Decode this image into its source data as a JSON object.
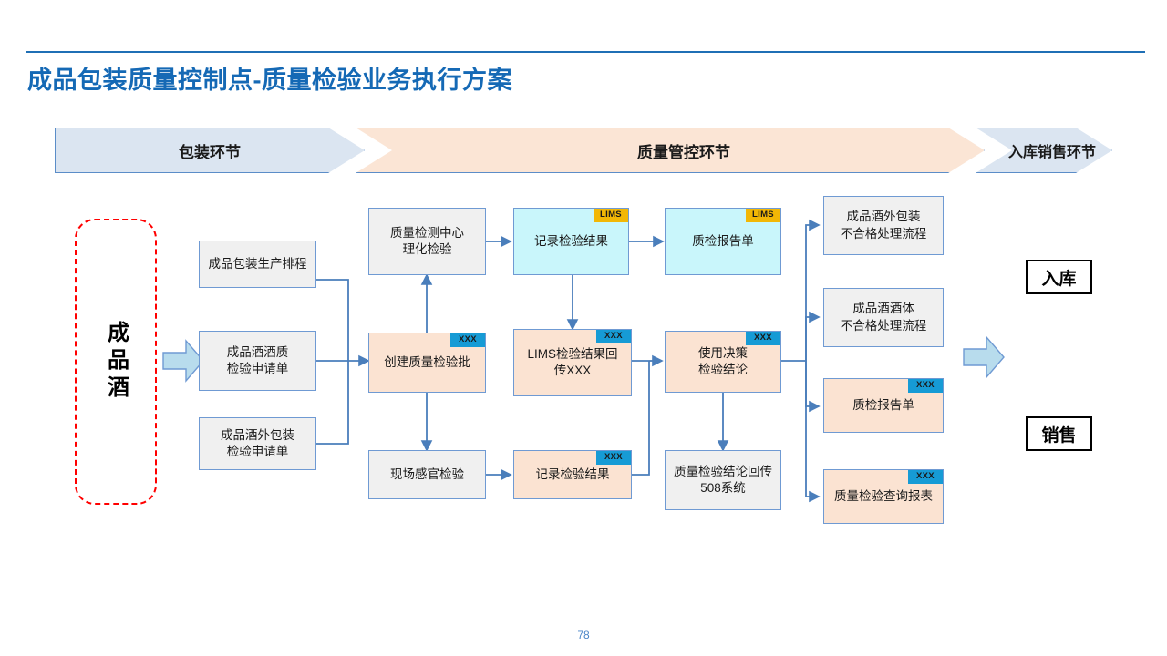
{
  "slide": {
    "title": "成品包装质量控制点-质量检验业务执行方案",
    "page_number": "78",
    "accent_color": "#1569b5"
  },
  "banner": {
    "segments": [
      {
        "label": "包装环节",
        "fill": "#dbe5f1"
      },
      {
        "label": "质量管控环节",
        "fill": "#fbe5d5"
      },
      {
        "label": "入库销售环节",
        "fill": "#dbe5f1"
      }
    ]
  },
  "source": {
    "label": "成品酒",
    "border_color": "#ff0000"
  },
  "nodes": {
    "schedule": {
      "label": "成品包装生产排程",
      "badge": ""
    },
    "wine_request": {
      "label": "成品酒酒质\n检验申请单",
      "badge": ""
    },
    "pack_request": {
      "label": "成品酒外包装\n检验申请单",
      "badge": ""
    },
    "create_batch": {
      "label": "创建质量检验批",
      "badge": "XXX"
    },
    "lab_center": {
      "label": "质量检测中心\n理化检验",
      "badge": ""
    },
    "sensory": {
      "label": "现场感官检验",
      "badge": ""
    },
    "record_lims": {
      "label": "记录检验结果",
      "badge": "LIMS"
    },
    "record_xxx": {
      "label": "记录检验结果",
      "badge": "XXX"
    },
    "lims_return": {
      "label": "LIMS检验结果回\n传XXX",
      "badge": "XXX"
    },
    "report_lims": {
      "label": "质检报告单",
      "badge": "LIMS"
    },
    "decision": {
      "label": "使用决策\n检验结论",
      "badge": "XXX"
    },
    "return_508": {
      "label": "质量检验结论回传\n508系统",
      "badge": ""
    },
    "pack_reject": {
      "label": "成品酒外包装\n不合格处理流程",
      "badge": ""
    },
    "wine_reject": {
      "label": "成品酒酒体\n不合格处理流程",
      "badge": ""
    },
    "report_xxx": {
      "label": "质检报告单",
      "badge": "XXX"
    },
    "query_report": {
      "label": "质量检验查询报表",
      "badge": "XXX"
    }
  },
  "terminals": {
    "inbound": "入库",
    "sales": "销售"
  },
  "badge_colors": {
    "LIMS": "#f2b705",
    "XXX": "#169bd5"
  },
  "arrow_color": "#4a7ebb"
}
